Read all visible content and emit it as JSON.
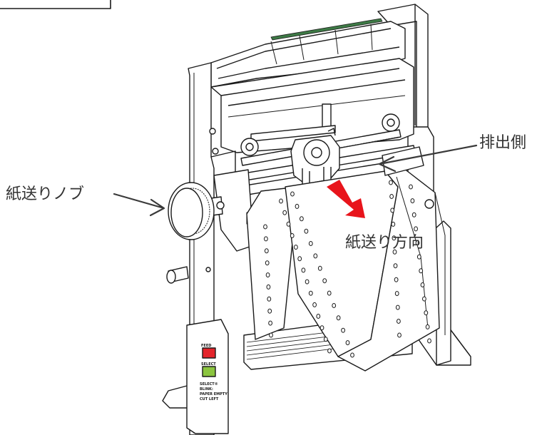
{
  "labels": {
    "feed_knob": "紙送りノブ",
    "exit_side": "排出側",
    "feed_direction": "紙送り方向"
  },
  "panel": {
    "feed_button": "FEED",
    "select_button": "SELECT",
    "notes": [
      "SELECT®",
      "BLINK:",
      "PAPER EMPTY",
      "CUT LEFT"
    ]
  },
  "colors": {
    "arrow": "#e8141b",
    "feed_button": "#e3242b",
    "select_button": "#8bc53f",
    "line": "#1a1a1a",
    "callout_line": "#3a3a3a",
    "green_strip": "#3e7a46"
  }
}
